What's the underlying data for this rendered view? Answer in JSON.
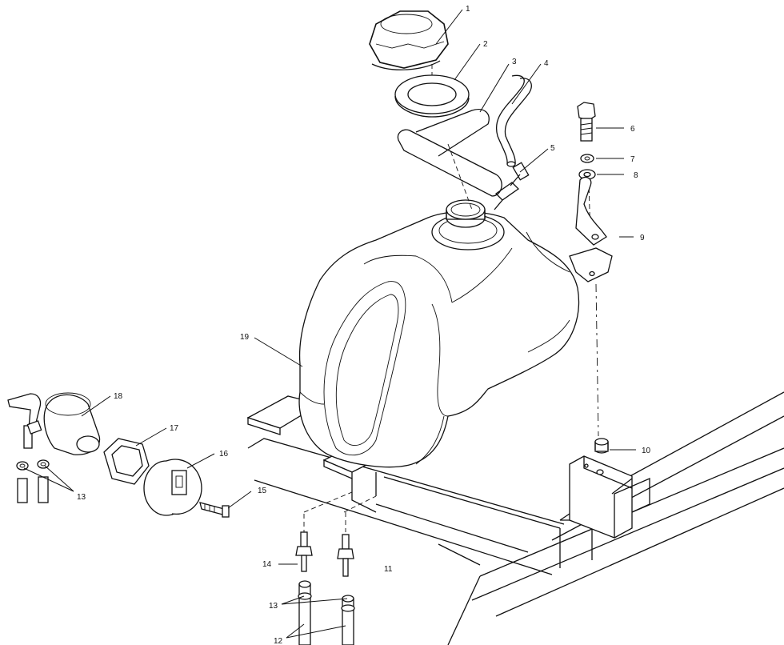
{
  "callouts": {
    "c1": "1",
    "c2": "2",
    "c3": "3",
    "c4": "4",
    "c5": "5",
    "c6": "6",
    "c7a": "7",
    "c8": "8",
    "c9": "9",
    "c10": "10",
    "c11": "11",
    "c12": "12",
    "c13a": "13",
    "c13b": "13",
    "c14": "14",
    "c15": "15",
    "c16": "16",
    "c17": "17",
    "c18": "18",
    "c19": "19"
  }
}
